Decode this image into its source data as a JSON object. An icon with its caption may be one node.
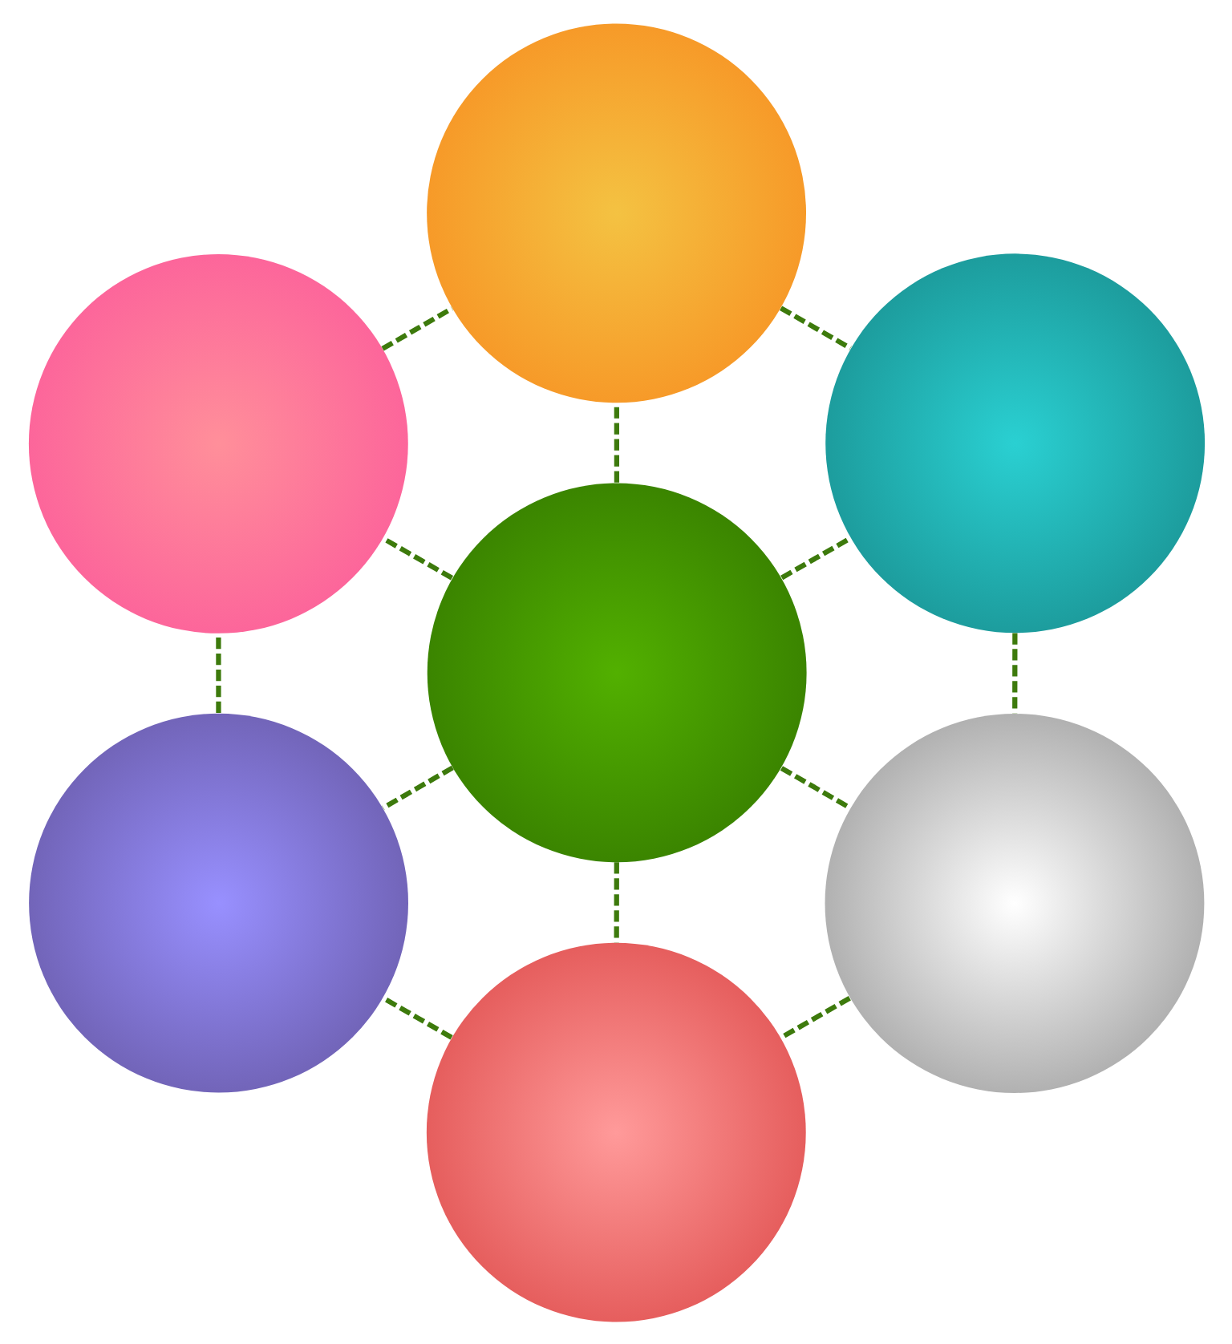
{
  "diagram": {
    "nodes": [
      {
        "text": [],
        "shape": "circle"
      },
      {
        "text": [],
        "shape": "circle"
      },
      {
        "text": [],
        "shape": "circle"
      },
      {
        "text": [],
        "shape": "circle"
      },
      {
        "text": [],
        "shape": "circle"
      },
      {
        "text": [],
        "shape": "circle"
      },
      {
        "text": [],
        "shape": "circle"
      }
    ],
    "edges": [
      {
        "from": 3,
        "to": 0,
        "arrow": "none",
        "style": "dashed"
      },
      {
        "from": 3,
        "to": 2,
        "arrow": "none",
        "style": "dashed"
      },
      {
        "from": 3,
        "to": 5,
        "arrow": "none",
        "style": "dashed"
      },
      {
        "from": 3,
        "to": 6,
        "arrow": "none",
        "style": "dashed"
      },
      {
        "from": 3,
        "to": 4,
        "arrow": "none",
        "style": "dashed"
      },
      {
        "from": 3,
        "to": 1,
        "arrow": "none",
        "style": "dashed"
      },
      {
        "from": 0,
        "to": 2,
        "arrow": "none",
        "style": "dashed"
      },
      {
        "from": 2,
        "to": 5,
        "arrow": "none",
        "style": "dashed"
      },
      {
        "from": 5,
        "to": 6,
        "arrow": "none",
        "style": "dashed"
      },
      {
        "from": 6,
        "to": 4,
        "arrow": "none",
        "style": "dashed"
      },
      {
        "from": 4,
        "to": 1,
        "arrow": "none",
        "style": "dashed"
      },
      {
        "from": 1,
        "to": 0,
        "arrow": "none",
        "style": "dashed"
      }
    ]
  }
}
